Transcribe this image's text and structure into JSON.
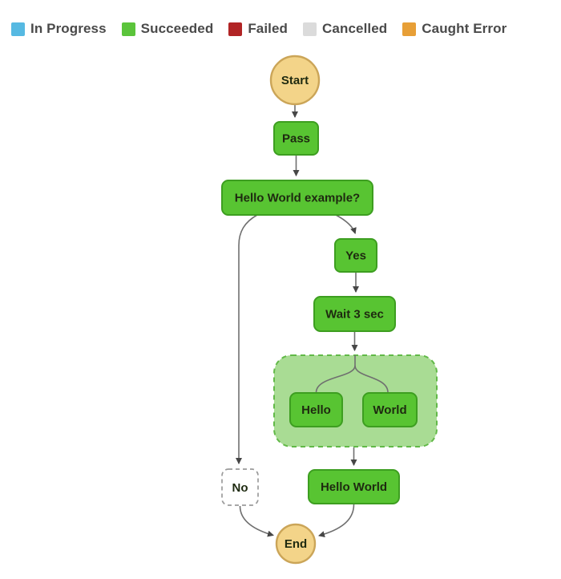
{
  "legend": {
    "items": [
      {
        "label": "In Progress",
        "color": "#56B9E2"
      },
      {
        "label": "Succeeded",
        "color": "#5BC43B"
      },
      {
        "label": "Failed",
        "color": "#B12425"
      },
      {
        "label": "Cancelled",
        "color": "#DBDBDB"
      },
      {
        "label": "Caught Error",
        "color": "#E79F37"
      }
    ]
  },
  "colors": {
    "succeeded_fill": "#58C432",
    "succeeded_border": "#3D9E20",
    "parallel_container_fill": "#A9DC94",
    "parallel_container_border": "#62B948",
    "start_end_fill": "#F3D489",
    "start_end_border": "#CBA558",
    "no_fill": "#FFFFFF",
    "edge": "#6F6F6F"
  },
  "nodes": {
    "start": "Start",
    "pass": "Pass",
    "choice": "Hello World example?",
    "yes": "Yes",
    "wait": "Wait 3 sec",
    "hello": "Hello",
    "world": "World",
    "hello_world": "Hello World",
    "no": "No",
    "end": "End"
  }
}
